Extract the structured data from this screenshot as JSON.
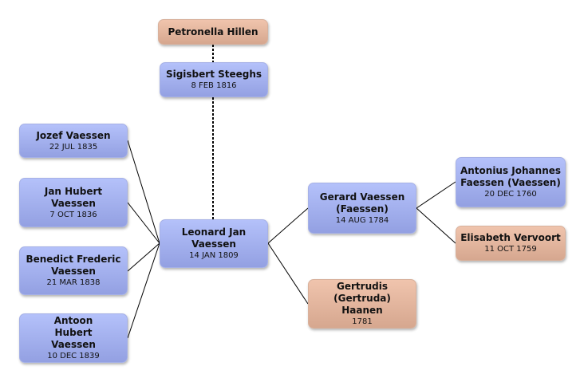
{
  "colors": {
    "male": "#a3b0ee",
    "female": "#e4b59d",
    "line": "#000000"
  },
  "nodes": [
    {
      "name": "Petronella Hillen",
      "date": ""
    },
    {
      "name": "Sigisbert Steeghs",
      "date": "8 FEB 1816"
    },
    {
      "name": "Jozef Vaessen",
      "date": "22 JUL 1835"
    },
    {
      "name": "Jan Hubert Vaessen",
      "date": "7 OCT 1836"
    },
    {
      "name": "Benedict Frederic Vaessen",
      "date": "21 MAR 1838"
    },
    {
      "name": "Antoon Hubert Vaessen",
      "date": "10 DEC 1839"
    },
    {
      "name": "Leonard Jan Vaessen",
      "date": "14 JAN 1809"
    },
    {
      "name": "Gerard Vaessen (Faessen)",
      "date": "14 AUG 1784"
    },
    {
      "name": "Gertrudis (Gertruda) Haanen",
      "date": "1781"
    },
    {
      "name": "Antonius Johannes Faessen (Vaessen)",
      "date": "20 DEC 1760"
    },
    {
      "name": "Elisabeth Vervoort",
      "date": "11 OCT 1759"
    }
  ]
}
